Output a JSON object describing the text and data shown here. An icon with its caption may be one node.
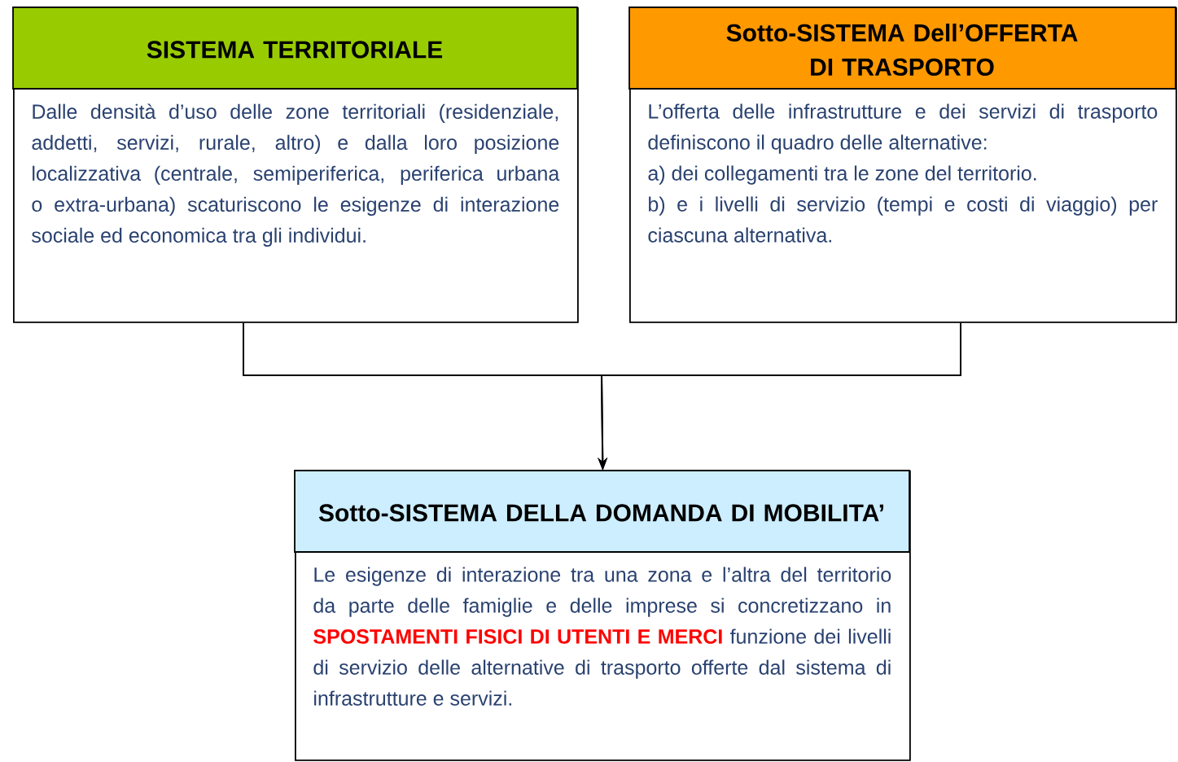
{
  "diagram": {
    "nodes": [
      {
        "text": [
          "SISTEMA TERRITORIALE",
          "Dalle densità d’uso delle zone territoriali (residenziale, addetti, servizi, rurale, altro) e dalla loro posizione localizzativa (centrale, semiperiferica, periferica urbana o extra-urbana) scaturiscono le esigenze di interazione sociale ed economica tra gli individui."
        ]
      },
      {
        "text": [
          "Sotto-SISTEMA Dell’OFFERTA DI TRASPORTO",
          "L’offerta delle infrastrutture e dei servizi di trasporto definiscono il quadro delle alternative:",
          "a) dei collegamenti tra le zone del territorio.",
          "b) e i livelli di servizio (tempi e costi di viaggio) per ciascuna alternativa."
        ]
      },
      {
        "text": [
          "Sotto-SISTEMA DELLA DOMANDA DI MOBILITA’",
          "Le esigenze di interazione tra una zona e l’altra del territorio da parte delle famiglie e delle imprese si concretizzano in **SPOSTAMENTI FISICI DI UTENTI E MERCI** funzione dei livelli di servizio delle alternative di trasporto offerte dal sistema di infrastrutture e servizi."
        ]
      }
    ],
    "edges": [
      {
        "from": 0,
        "to": 2,
        "arrow": "to"
      },
      {
        "from": 1,
        "to": 2,
        "arrow": "to"
      }
    ]
  }
}
